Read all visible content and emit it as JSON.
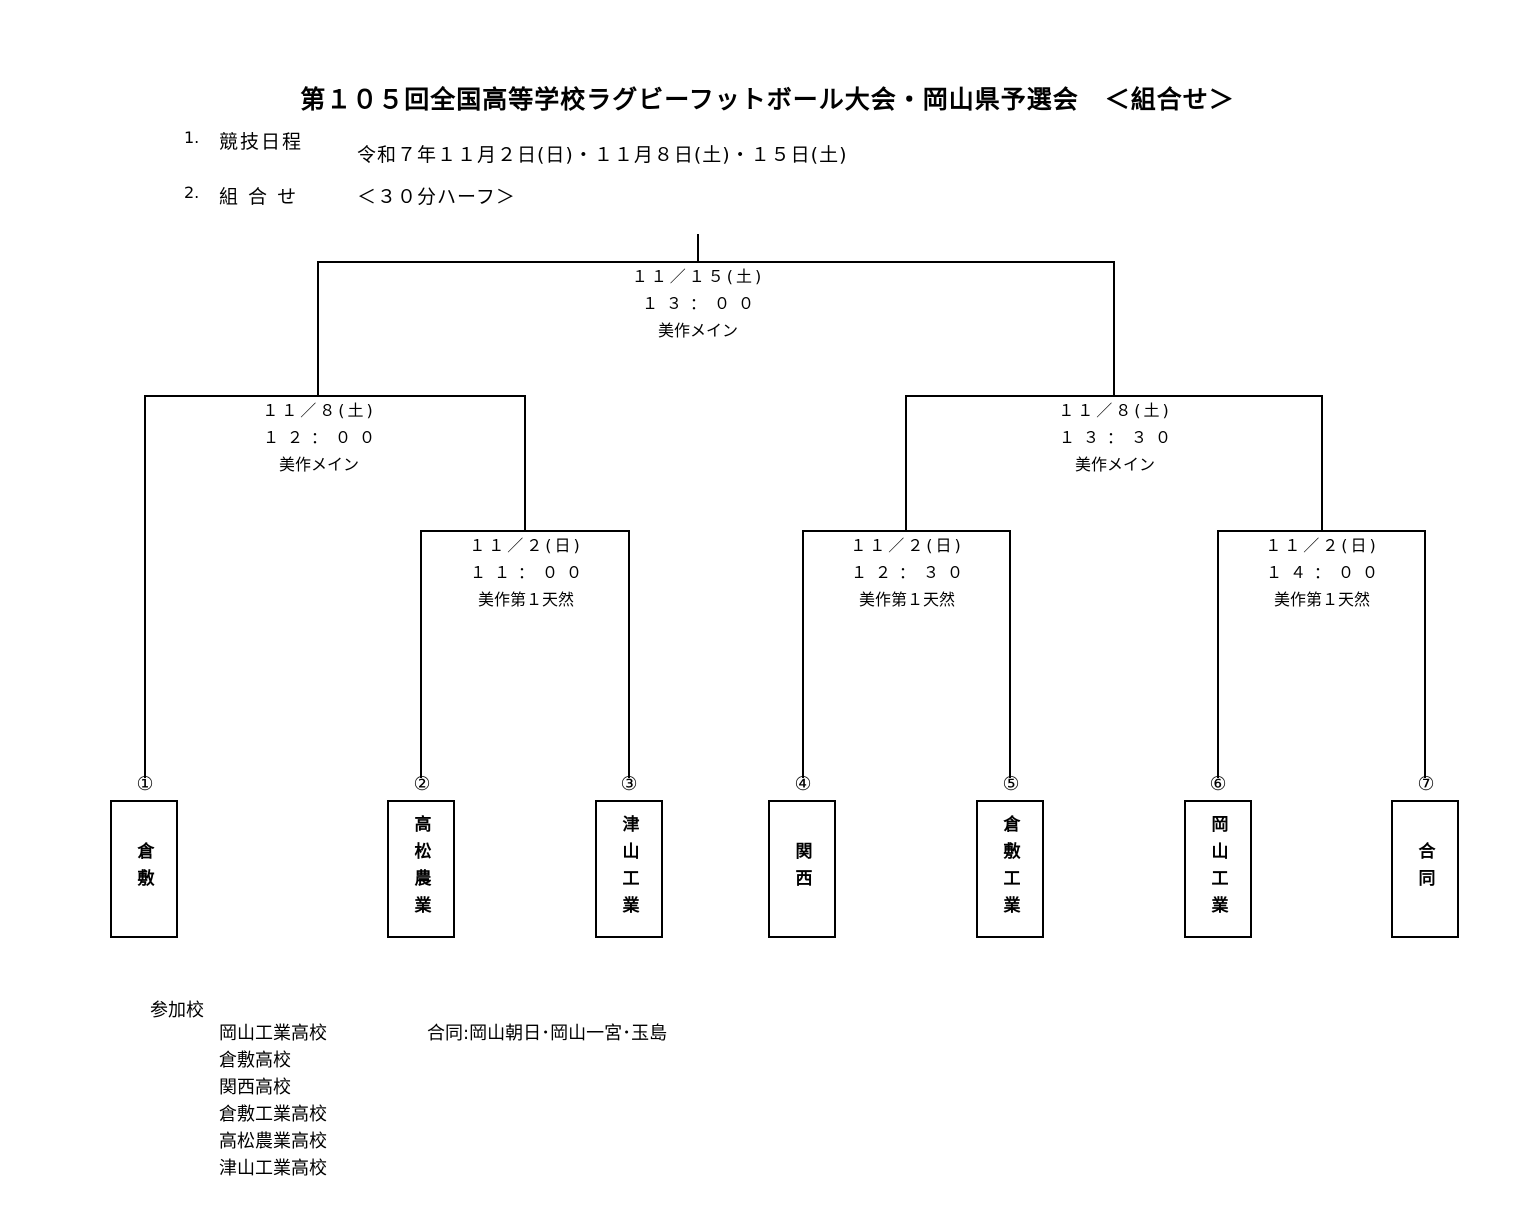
{
  "title": "第１０５回全国高等学校ラグビーフットボール大会・岡山県予選会　＜組合せ＞",
  "sections": [
    {
      "num": "1.",
      "label": "競技日程",
      "value": "令和７年１１月２日(日)・１１月８日(土)・１５日(土)"
    },
    {
      "num": "2.",
      "label": "組 合 せ",
      "value": "＜３０分ハーフ＞"
    }
  ],
  "matches": {
    "final": {
      "date": "１１／１５(土)",
      "time": "１３：００",
      "venue": "美作メイン"
    },
    "semi_left": {
      "date": "１１／８(土)",
      "time": "１２：００",
      "venue": "美作メイン"
    },
    "semi_right": {
      "date": "１１／８(土)",
      "time": "１３：３０",
      "venue": "美作メイン"
    },
    "r1_a": {
      "date": "１１／２(日)",
      "time": "１１：００",
      "venue": "美作第１天然"
    },
    "r1_b": {
      "date": "１１／２(日)",
      "time": "１２：３０",
      "venue": "美作第１天然"
    },
    "r1_c": {
      "date": "１１／２(日)",
      "time": "１４：００",
      "venue": "美作第１天然"
    }
  },
  "teams": [
    {
      "seed": "①",
      "name": "倉敷"
    },
    {
      "seed": "②",
      "name": "高松農業"
    },
    {
      "seed": "③",
      "name": "津山工業"
    },
    {
      "seed": "④",
      "name": "関西"
    },
    {
      "seed": "⑤",
      "name": "倉敷工業"
    },
    {
      "seed": "⑥",
      "name": "岡山工業"
    },
    {
      "seed": "⑦",
      "name": "合同"
    }
  ],
  "participants": {
    "heading": "参加校",
    "schools": [
      "岡山工業高校",
      "倉敷高校",
      "関西高校",
      "倉敷工業高校",
      "高松農業高校",
      "津山工業高校"
    ],
    "joint_note": "合同:岡山朝日･岡山一宮･玉島"
  }
}
